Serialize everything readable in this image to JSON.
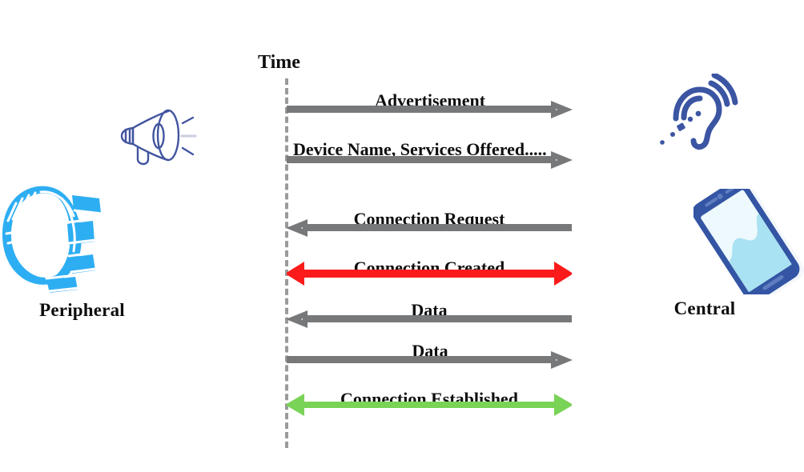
{
  "diagram": {
    "title_axis": "Time",
    "colors": {
      "gray_arrow": "#77787a",
      "red_arrow": "#fb1b1b",
      "green_arrow": "#79d356",
      "band_blue": "#2eaef2",
      "device_blue": "#3b55a3",
      "screen_blue": "#a9e2f2",
      "timeline_dash": "#9a9a9a",
      "text": "#0e0e0e"
    }
  },
  "actors": {
    "left": {
      "label": "Peripheral",
      "device_icon": "fitness-band-icon",
      "role_icon": "megaphone-icon"
    },
    "right": {
      "label": "Central",
      "device_icon": "smartphone-icon",
      "role_icon": "listening-ear-icon"
    }
  },
  "messages": [
    {
      "id": "advertisement",
      "label": "Advertisement",
      "direction": "right",
      "color": "#77787a",
      "double_headed": false
    },
    {
      "id": "device-name-services",
      "label": "Device Name, Services Offered.....",
      "direction": "right",
      "color": "#77787a",
      "double_headed": false
    },
    {
      "id": "connection-request",
      "label": "Connection Request",
      "direction": "left",
      "color": "#77787a",
      "double_headed": false
    },
    {
      "id": "connection-created",
      "label": "Connection Created",
      "direction": "both",
      "color": "#fb1b1b",
      "double_headed": true
    },
    {
      "id": "data-up",
      "label": "Data",
      "direction": "left",
      "color": "#77787a",
      "double_headed": false
    },
    {
      "id": "data-down",
      "label": "Data",
      "direction": "right",
      "color": "#77787a",
      "double_headed": false
    },
    {
      "id": "connection-established",
      "label": "Connection Established",
      "direction": "both",
      "color": "#79d356",
      "double_headed": true
    }
  ]
}
